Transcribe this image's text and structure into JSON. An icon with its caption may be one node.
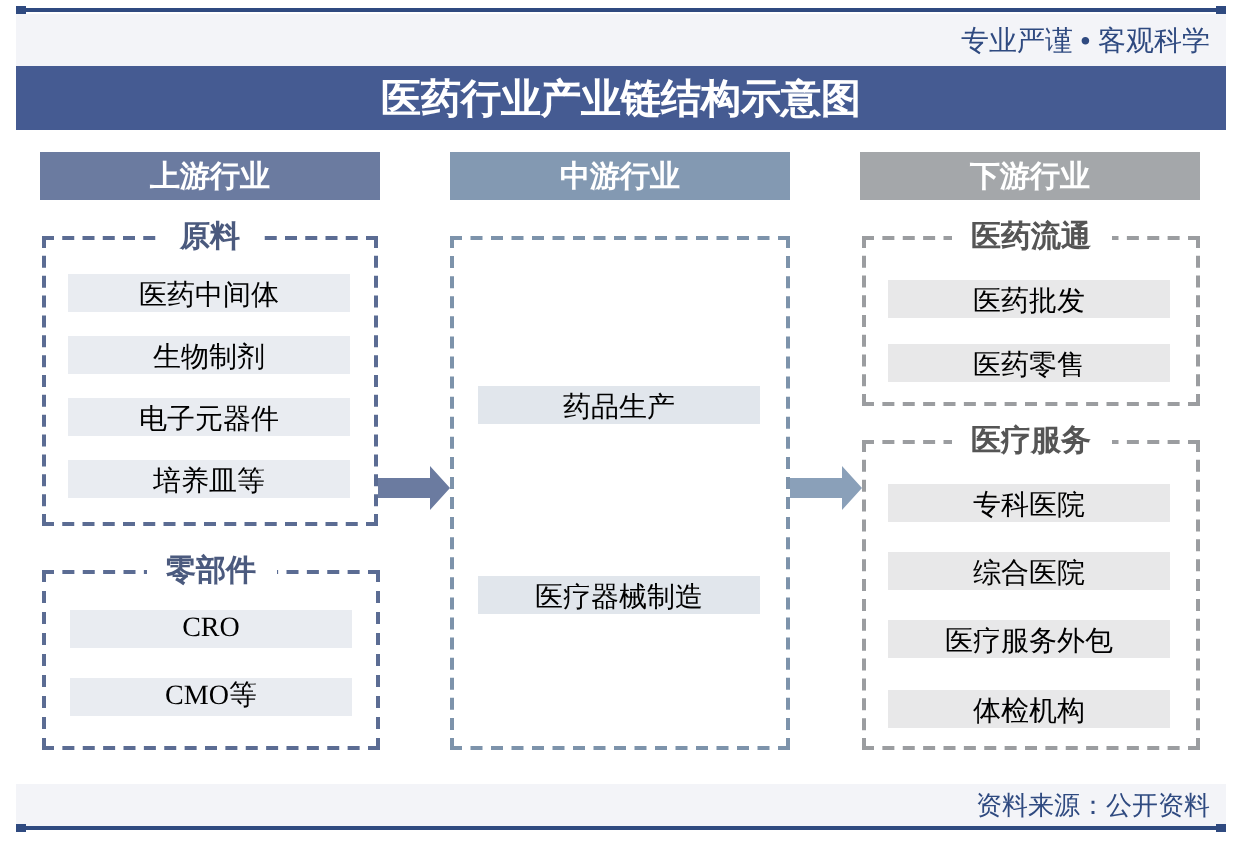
{
  "diagram": {
    "title": "医药行业产业链结构示意图",
    "nodes": [
      {
        "text": [
          "上游行业"
        ]
      },
      {
        "text": [
          "原料"
        ]
      },
      {
        "text": [
          "医药中间体"
        ],
        "in": 1
      },
      {
        "text": [
          "生物制剂"
        ],
        "in": 1
      },
      {
        "text": [
          "电子元器件"
        ],
        "in": 1
      },
      {
        "text": [
          "培养皿等"
        ],
        "in": 1
      },
      {
        "text": [
          "零部件"
        ]
      },
      {
        "text": [
          "CRO"
        ],
        "in": 6
      },
      {
        "text": [
          "CMO等"
        ],
        "in": 6
      },
      {
        "text": [
          "中游行业"
        ]
      },
      {
        "text": [],
        "shape": "box"
      },
      {
        "text": [
          "药品生产"
        ],
        "in": 10
      },
      {
        "text": [
          "医疗器械制造"
        ],
        "in": 10
      },
      {
        "text": [
          "下游行业"
        ]
      },
      {
        "text": [
          "医药流通"
        ]
      },
      {
        "text": [
          "医药批发"
        ],
        "in": 14
      },
      {
        "text": [
          "医药零售"
        ],
        "in": 14
      },
      {
        "text": [
          "医疗服务"
        ]
      },
      {
        "text": [
          "专科医院"
        ],
        "in": 17
      },
      {
        "text": [
          "综合医院"
        ],
        "in": 17
      },
      {
        "text": [
          "医疗服务外包"
        ],
        "in": 17
      },
      {
        "text": [
          "体检机构"
        ],
        "in": 17
      }
    ],
    "edges": [
      {
        "from": 1,
        "to": 10,
        "arrow": "to",
        "color": "#6b7ba0"
      },
      {
        "from": 10,
        "to": 17,
        "arrow": "to",
        "color": "#8aa0b9"
      }
    ],
    "labels": [
      "专业严谨 • 客观科学",
      "资料来源：公开资料"
    ]
  }
}
